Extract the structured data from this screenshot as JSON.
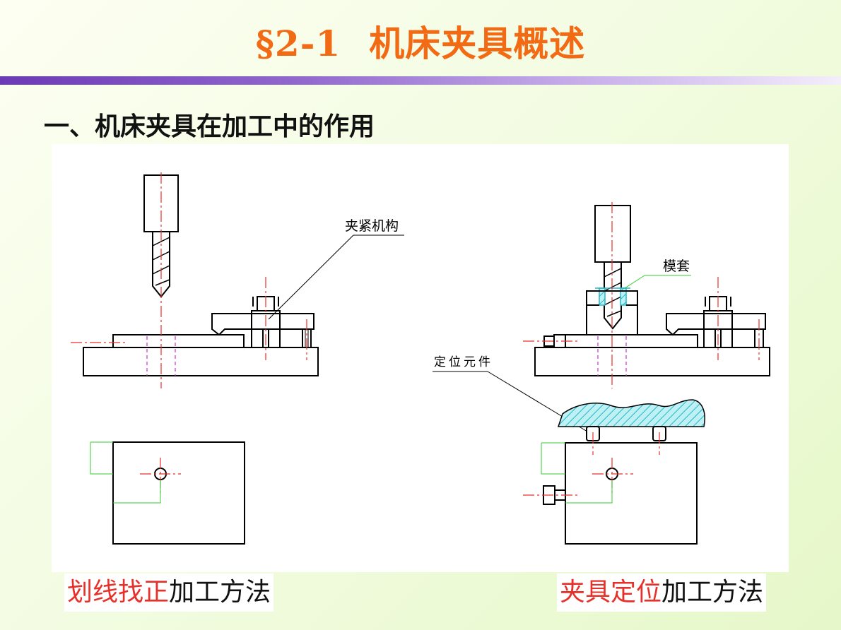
{
  "slide": {
    "title_section": "§2-1",
    "title_text": "机床夹具概述",
    "heading": "一、机床夹具在加工中的作用"
  },
  "diagram": {
    "label_clamp": "夹紧机构",
    "label_bushing": "模套",
    "label_locator": "定位元件"
  },
  "captions": {
    "left_red": "划线找正",
    "left_black": "加工方法",
    "right_red": "夹具定位",
    "right_black": "加工方法"
  },
  "colors": {
    "title": "#f26a14",
    "caption_red": "#e8302a",
    "centerline": "#e8302a",
    "hidden_line": "#cc33cc",
    "dimension": "#33cc33",
    "hatch": "#20b8c8"
  }
}
